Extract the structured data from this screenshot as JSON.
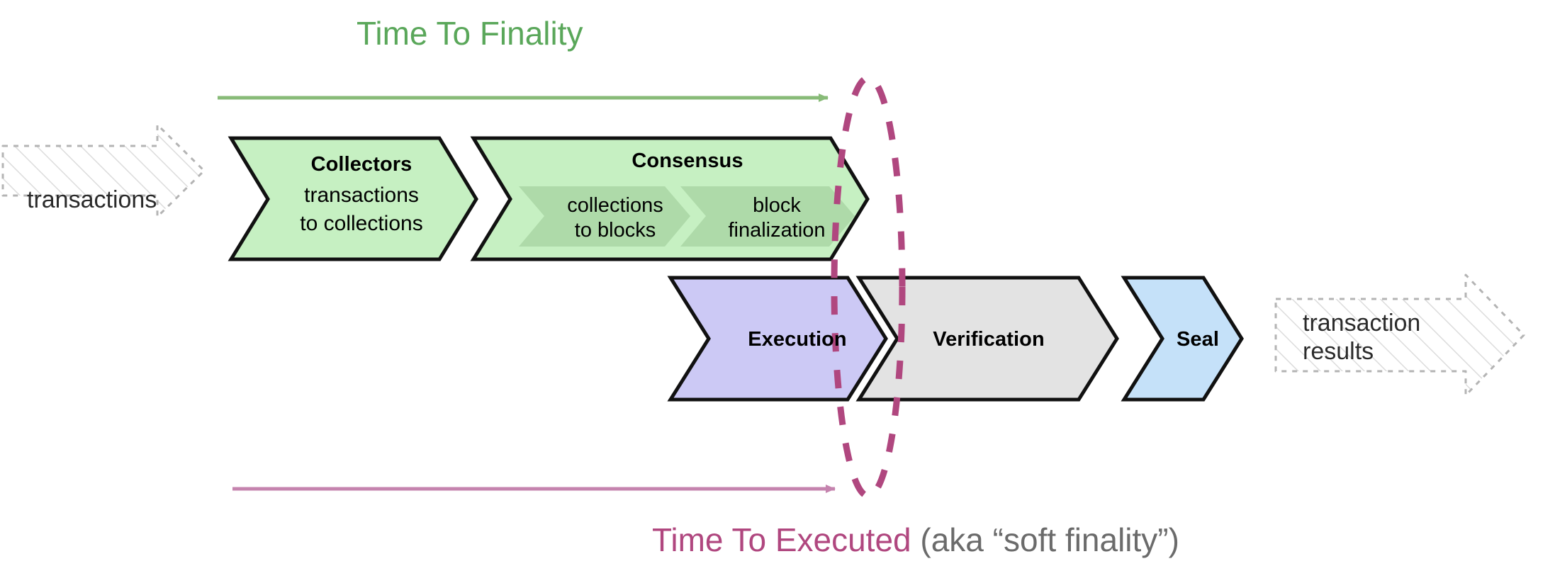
{
  "diagram": {
    "title_top": "Time To Finality",
    "title_bottom_main": "Time To Executed",
    "title_bottom_note": " (aka “soft finality”)",
    "colors": {
      "green_accent": "#5aa75a",
      "pink_accent": "#b0477f",
      "pink_arrow": "#c583ae",
      "collectors_fill": "#c6f0c2",
      "consensus_fill": "#c6f0c2",
      "consensus_inner_fill": "#aedaa9",
      "execution_fill": "#ccc9f5",
      "verification_fill": "#e3e3e3",
      "seal_fill": "#c5e1f9",
      "ghost_outline": "#b8b8b8",
      "stroke": "#000000"
    },
    "inputs": [
      {
        "id": "transactions-input",
        "label": "transactions"
      }
    ],
    "outputs": [
      {
        "id": "transaction-results-output",
        "label_line1": "transaction",
        "label_line2": "results"
      }
    ],
    "top_pipeline": [
      {
        "id": "collectors",
        "title": "Collectors",
        "sub_line1": "transactions",
        "sub_line2": "to collections",
        "fill": "#c6f0c2"
      },
      {
        "id": "consensus",
        "title": "Consensus",
        "fill": "#c6f0c2",
        "inner_stages": [
          {
            "id": "collections-to-blocks",
            "line1": "collections",
            "line2": "to blocks"
          },
          {
            "id": "block-finalization",
            "line1": "block",
            "line2": "finalization"
          }
        ]
      }
    ],
    "bottom_pipeline": [
      {
        "id": "execution",
        "title": "Execution",
        "fill": "#ccc9f5"
      },
      {
        "id": "verification",
        "title": "Verification",
        "fill": "#e3e3e3"
      },
      {
        "id": "seal",
        "title": "Seal",
        "fill": "#c5e1f9"
      }
    ],
    "annotations": {
      "finality_marker": "dashed-ellipse-finality-point"
    }
  }
}
